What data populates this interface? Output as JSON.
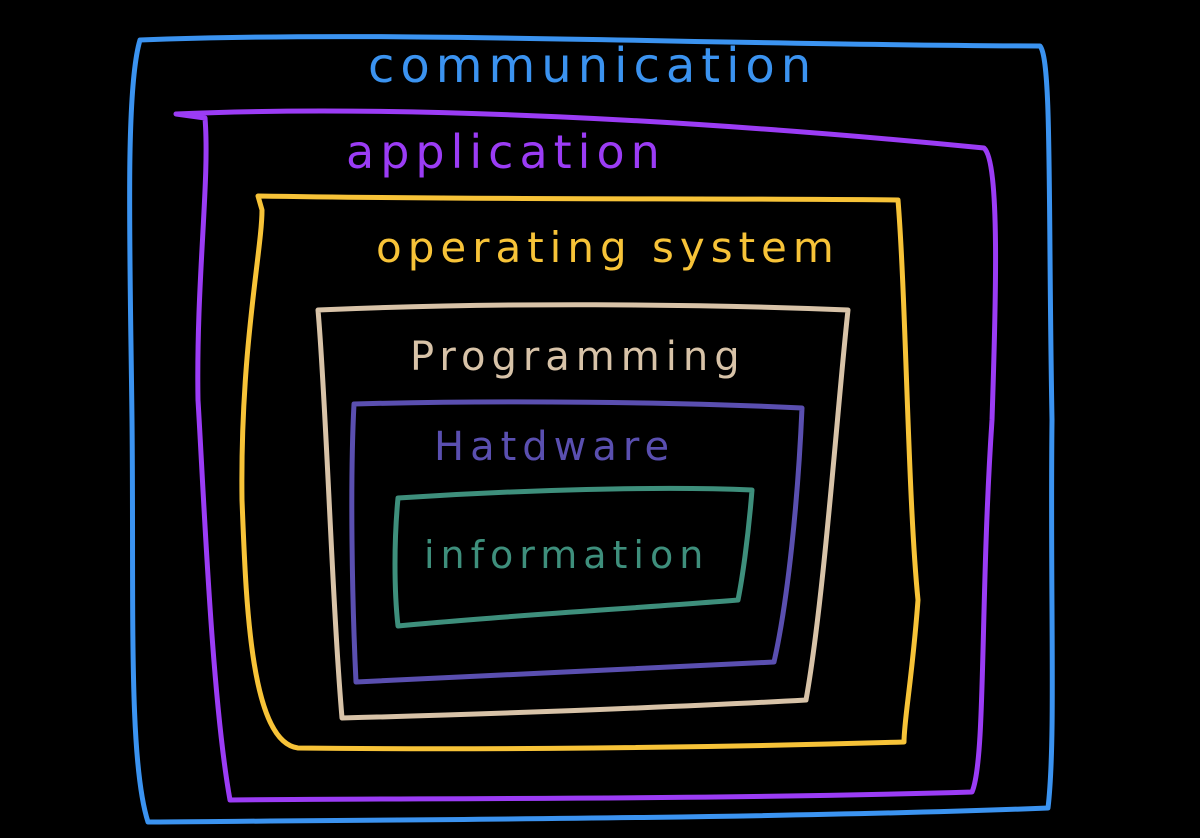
{
  "layers": [
    {
      "id": "communication",
      "label": "communication",
      "color": "#3b93f0"
    },
    {
      "id": "application",
      "label": "application",
      "color": "#9b3cf5"
    },
    {
      "id": "operating-system",
      "label": "operating system",
      "color": "#f7c338"
    },
    {
      "id": "programming",
      "label": "Programming",
      "color": "#d8c3a8"
    },
    {
      "id": "hardware",
      "label": "Hatdware",
      "color": "#5a4fb0"
    },
    {
      "id": "information",
      "label": "information",
      "color": "#3e8f7c"
    }
  ]
}
